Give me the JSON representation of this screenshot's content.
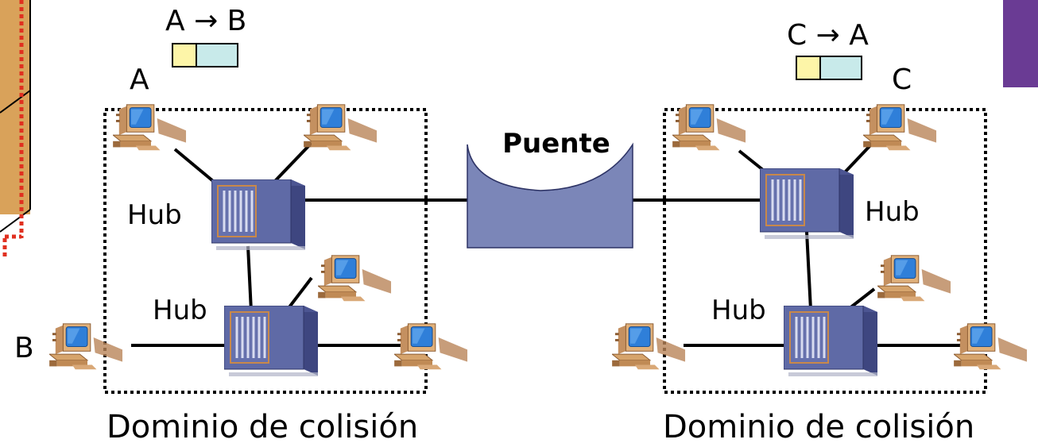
{
  "diagram": {
    "frames": [
      {
        "label": "A → B",
        "colors": [
          "#fdf5a8",
          "#c8eaea"
        ]
      },
      {
        "label": "C → A",
        "colors": [
          "#fdf5a8",
          "#c8eaea"
        ]
      }
    ],
    "hosts": {
      "A": "A",
      "B": "B",
      "C": "C"
    },
    "bridge": {
      "label": "Puente",
      "color": "#7b86b8"
    },
    "hub_label": "Hub",
    "domain_caption": "Dominio de colisión",
    "colors": {
      "hub_front": "#5f6aa6",
      "hub_side": "#3e4680",
      "monitor_screen": "#2f7fd9",
      "monitor_body": "#e0b07a",
      "left_strip": "#d9a25a",
      "left_strip_dots": "#e03020",
      "corner_accent": "#6a3b94"
    }
  }
}
